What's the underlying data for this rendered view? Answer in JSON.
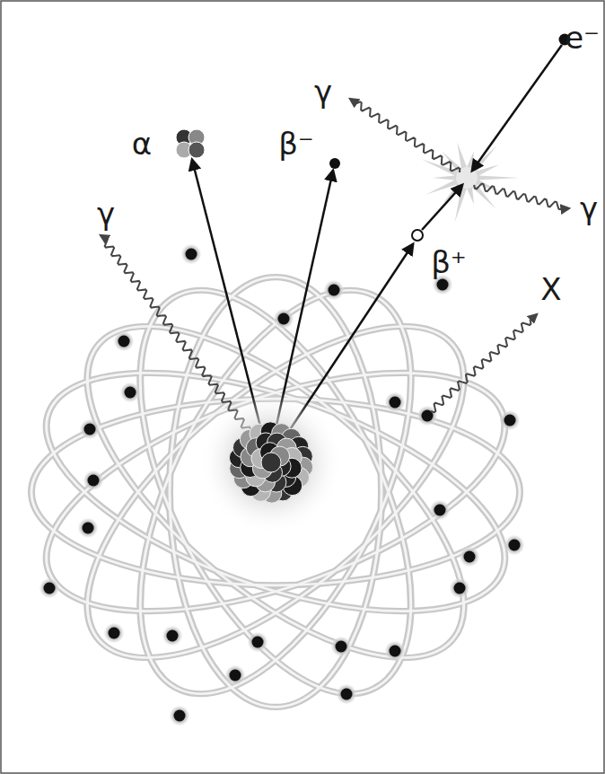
{
  "diagram": {
    "labels": [
      "e⁻",
      "γ",
      "α",
      "β⁻",
      "γ",
      "γ",
      "β⁺",
      "X"
    ]
  }
}
